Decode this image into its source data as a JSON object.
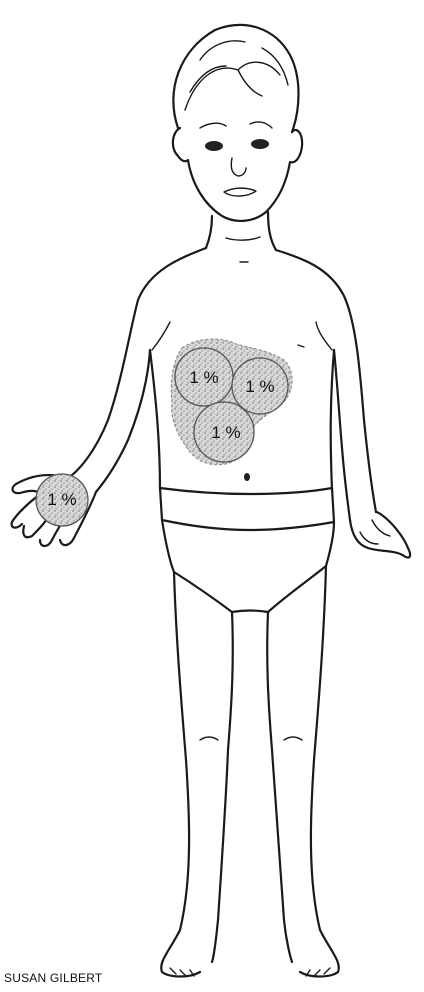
{
  "burn_areas": [
    {
      "id": "upper-left-abdomen",
      "label": "1 %"
    },
    {
      "id": "upper-right-abdomen",
      "label": "1 %"
    },
    {
      "id": "mid-abdomen",
      "label": "1 %"
    },
    {
      "id": "right-palm",
      "label": "1 %"
    }
  ],
  "credit": "SUSAN GILBERT",
  "colors": {
    "line": "#1a1a1a",
    "patch": "#bdbdbd",
    "background": "#ffffff"
  }
}
